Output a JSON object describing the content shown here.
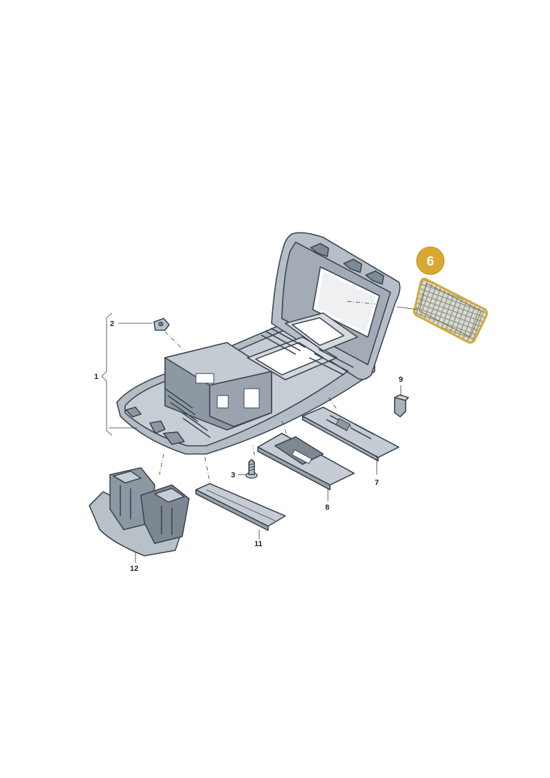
{
  "labels": {
    "p1": "1",
    "p2": "2",
    "p3": "3",
    "p6": "6",
    "p7": "7",
    "p8": "8",
    "p9": "9",
    "p11": "11",
    "p12": "12"
  },
  "highlighted_part": "6",
  "colors": {
    "part_fill": "#c3cad2",
    "part_shadow": "#8d97a2",
    "part_stroke": "#3a4450",
    "highlight": "#d9a832",
    "highlight_fill": "#ccd0c8"
  }
}
